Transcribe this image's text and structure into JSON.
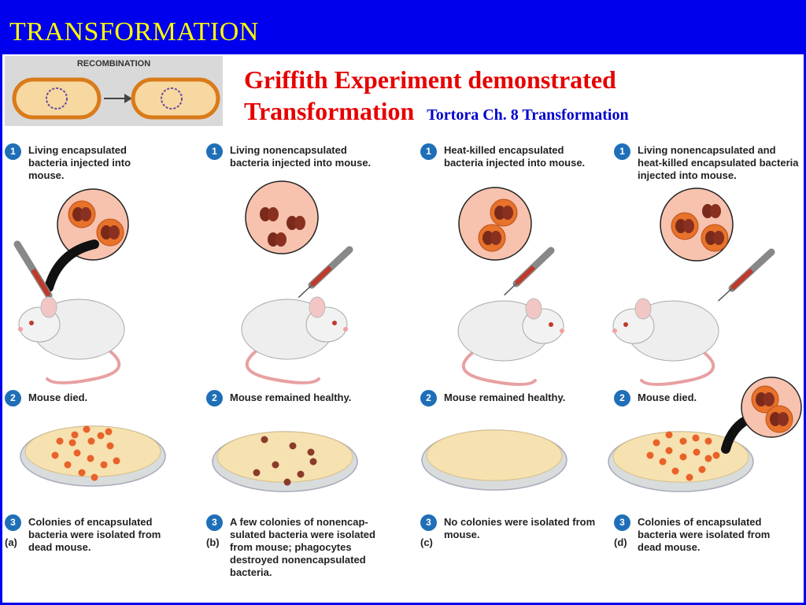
{
  "slide_title": "TRANSFORMATION",
  "recombination_label": "RECOMBINATION",
  "main_title_line1": "Griffith  Experiment demonstrated",
  "main_title_line2": "Transformation",
  "subtitle": "Tortora Ch. 8 Transformation",
  "colors": {
    "slide_bg": "#0000ee",
    "title_text": "#ffff00",
    "main_title": "#e60000",
    "subtitle": "#0000cc",
    "step_badge": "#1f6fb8"
  },
  "panels": [
    {
      "label": "(a)",
      "step1": "Living encapsulated bacteria injected into mouse.",
      "step2": "Mouse died.",
      "step3": "Colonies of encapsulated bacteria were isolated from dead mouse."
    },
    {
      "label": "(b)",
      "step1": "Living nonencapsulated bacteria injected into mouse.",
      "step2": "Mouse remained healthy.",
      "step3": "A few colonies of nonencap-sulated bacteria were isolated from mouse; phagocytes destroyed nonencapsulated bacteria."
    },
    {
      "label": "(c)",
      "step1": "Heat-killed encapsulated bacteria injected into mouse.",
      "step2": "Mouse remained healthy.",
      "step3": "No colonies were isolated from mouse."
    },
    {
      "label": "(d)",
      "step1": "Living nonencapsulated and heat-killed encapsulated bacteria injected into mouse.",
      "step2": "Mouse died.",
      "step3": "Colonies of encapsulated bacteria were isolated from dead mouse."
    }
  ],
  "step_numbers": [
    "1",
    "2",
    "3"
  ]
}
